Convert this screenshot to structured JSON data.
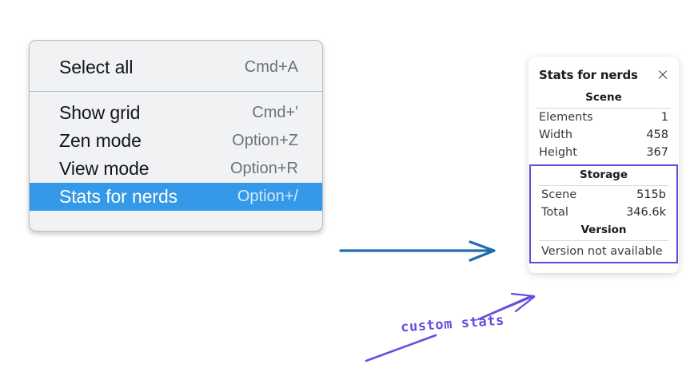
{
  "context_menu": {
    "groups": [
      {
        "items": [
          {
            "label": "Select all",
            "shortcut": "Cmd+A",
            "selected": false
          }
        ]
      },
      {
        "items": [
          {
            "label": "Show grid",
            "shortcut": "Cmd+'",
            "selected": false
          },
          {
            "label": "Zen mode",
            "shortcut": "Option+Z",
            "selected": false
          },
          {
            "label": "View mode",
            "shortcut": "Option+R",
            "selected": false
          },
          {
            "label": "Stats for nerds",
            "shortcut": "Option+/",
            "selected": true
          }
        ]
      }
    ],
    "highlight_color": "#3399e8"
  },
  "stats_panel": {
    "title": "Stats for nerds",
    "close_icon": "close-icon",
    "scene": {
      "heading": "Scene",
      "rows": [
        {
          "label": "Elements",
          "value": "1"
        },
        {
          "label": "Width",
          "value": "458"
        },
        {
          "label": "Height",
          "value": "367"
        }
      ]
    },
    "storage": {
      "heading": "Storage",
      "rows": [
        {
          "label": "Scene",
          "value": "515b"
        },
        {
          "label": "Total",
          "value": "346.6k"
        }
      ]
    },
    "version": {
      "heading": "Version",
      "text": "Version not available"
    },
    "highlight_border_color": "#6a46d6"
  },
  "annotations": {
    "custom_stats_label": "custom stats",
    "ink_color": "#6a4ce0",
    "arrow_color": "#1f6cb0"
  }
}
